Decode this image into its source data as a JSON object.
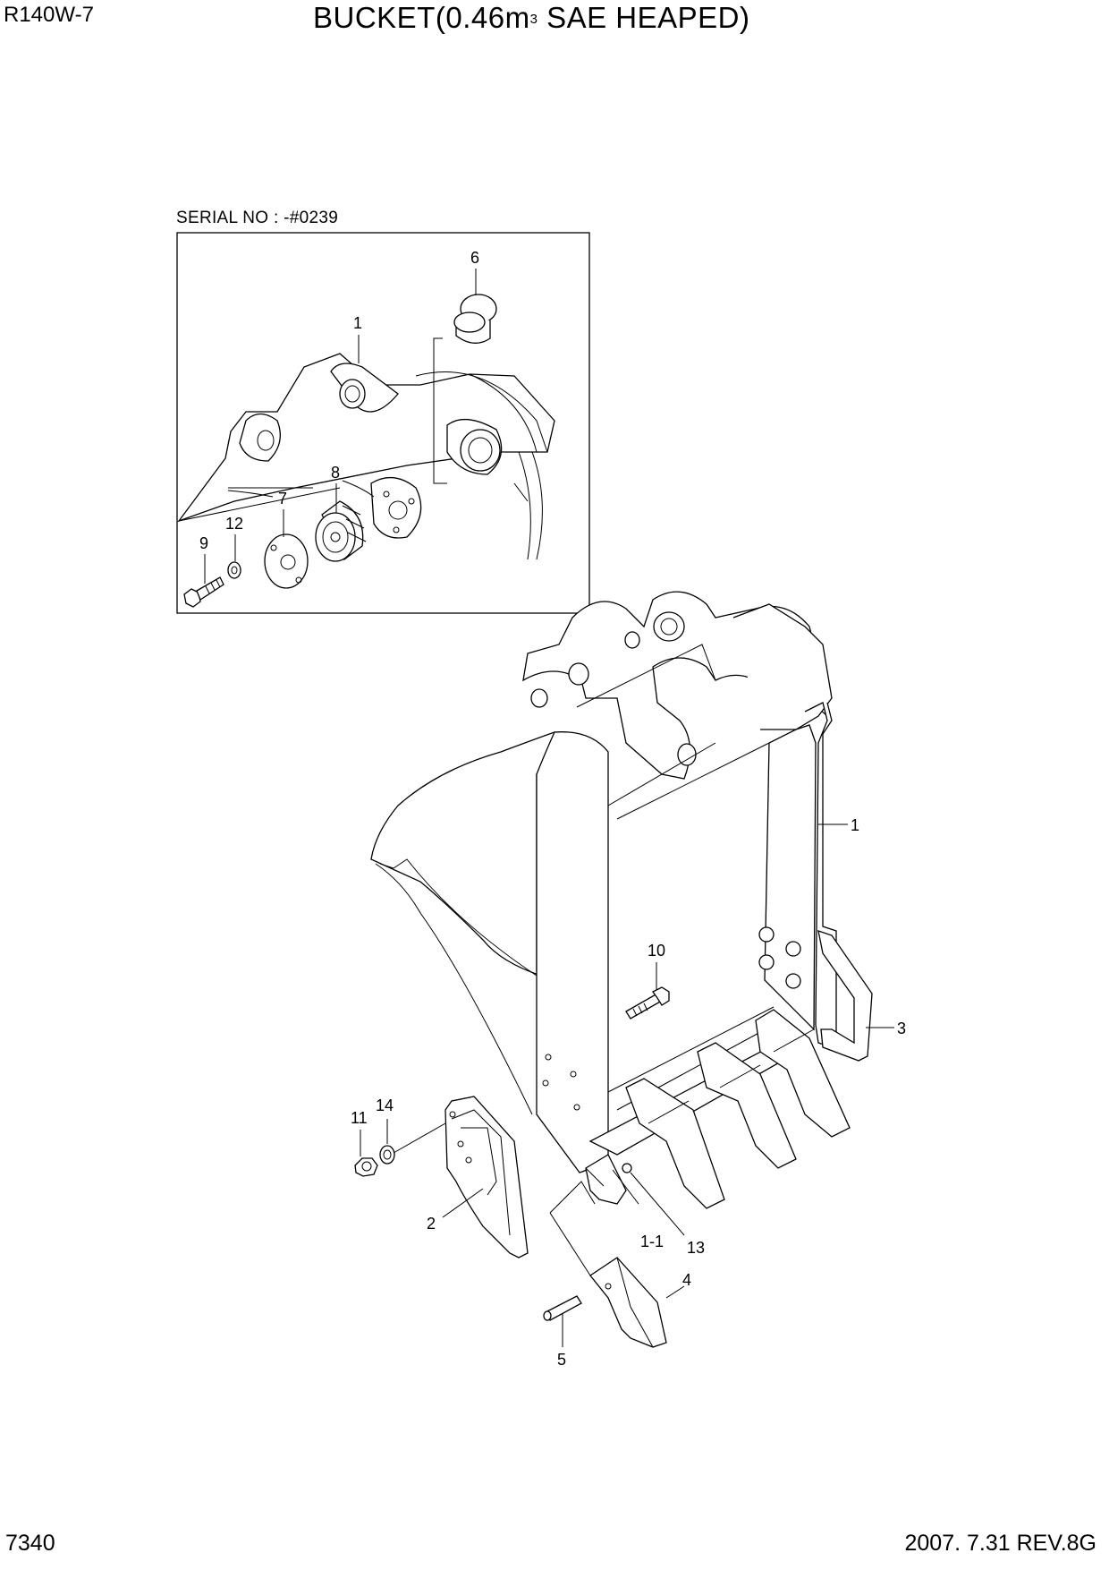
{
  "header": {
    "model": "R140W-7",
    "title_main": "BUCKET(0.46m",
    "title_sup": "3",
    "title_rest": " SAE HEAPED)"
  },
  "inset": {
    "serial_label": "SERIAL NO : -#0239",
    "callouts": {
      "c1": "1",
      "c6": "6",
      "c7": "7",
      "c8": "8",
      "c9": "9",
      "c12": "12"
    }
  },
  "main": {
    "callouts": {
      "c1": "1",
      "c1_1": "1-1",
      "c2": "2",
      "c3": "3",
      "c4": "4",
      "c5": "5",
      "c10": "10",
      "c11": "11",
      "c13": "13",
      "c14": "14"
    }
  },
  "footer": {
    "page_no": "7340",
    "date_rev": "2007. 7.31  REV.8G"
  }
}
